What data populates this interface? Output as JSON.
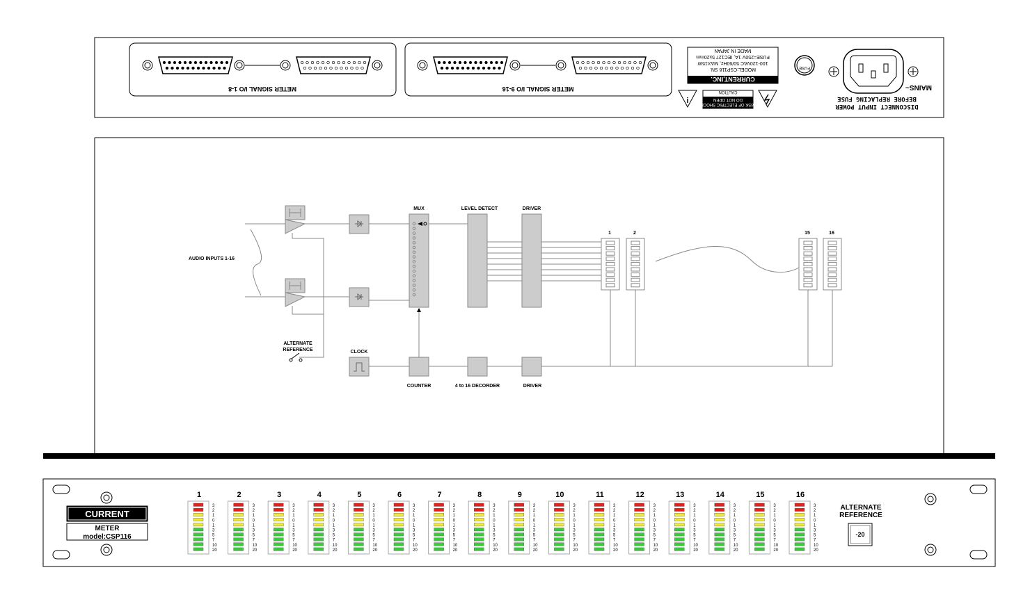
{
  "rear_panel": {
    "connector_labels": [
      "METER SIGNAL I/O 1-8",
      "METER SIGNAL I/O 9-16"
    ],
    "spec_label": {
      "brand": "CURRENT,INC.",
      "lines": [
        "MODEL:CSP116 SN.",
        "100-120VAC 50/60Hz, MAX15W",
        "FUSE=250V 1A, IEC127 5x20mm",
        "MADE IN JAPAN"
      ]
    },
    "caution": [
      "CAUTION",
      "RISK OF ELECTRIC SHOCK",
      "DO NOT OPEN"
    ],
    "fuse_label": "FUSE",
    "mains_label": "MAINS~",
    "warning_lines": [
      "DISCONNECT INPUT POWER",
      "BEFORE REPLACING FUSE"
    ]
  },
  "block_diagram": {
    "audio_inputs": "AUDIO INPUTS 1-16",
    "alternate_reference": [
      "ALTERNATE",
      "REFERENCE"
    ],
    "clock": "CLOCK",
    "mux": "MUX",
    "level_detect": "LEVEL DETECT",
    "driver_top": "DRIVER",
    "counter": "COUNTER",
    "decoder": "4 to 16 DECORDER",
    "driver_bottom": "DRIVER",
    "meter_numbers": [
      "1",
      "2",
      "15",
      "16"
    ]
  },
  "front_panel": {
    "brand": "CURRENT",
    "product": "METER",
    "model": "model:CSP116",
    "channels": [
      "1",
      "2",
      "3",
      "4",
      "5",
      "6",
      "7",
      "8",
      "9",
      "10",
      "11",
      "12",
      "13",
      "14",
      "15",
      "16"
    ],
    "scale": [
      "3",
      "2",
      "1",
      "0",
      "1",
      "3",
      "5",
      "7",
      "10",
      "20"
    ],
    "alt_ref_label": [
      "ALTERNATE",
      "REFERENCE"
    ],
    "alt_ref_value": "-20"
  },
  "colors": {
    "red": "#e8201c",
    "yellow": "#f2ea3a",
    "green": "#3cc93c",
    "box_gray": "#cccccc"
  }
}
